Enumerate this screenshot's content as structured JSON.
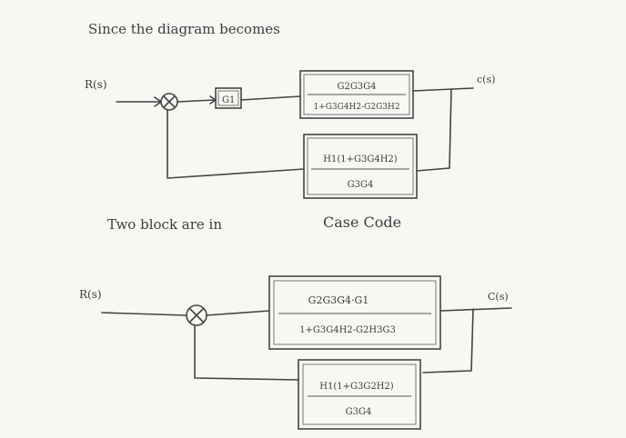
{
  "heading": "Since the diagram becomes",
  "middle_note": {
    "part1": "Two block are in",
    "part2": "Case Code"
  },
  "diagram1": {
    "input_label": "R(s)",
    "output_label": "c(s)",
    "g1_label": "G1",
    "forward_block": {
      "numerator": "G2G3G4",
      "denominator": "1+G3G4H2-G2G3H2"
    },
    "feedback_block": {
      "numerator": "H1(1+G3G4H2)",
      "denominator": "G3G4"
    }
  },
  "diagram2": {
    "input_label": "R(s)",
    "output_label": "C(s)",
    "forward_block": {
      "numerator": "G2G3G4·G1",
      "denominator": "1+G3G4H2-G2H3G3"
    },
    "feedback_block": {
      "numerator": "H1(1+G3G2H2)",
      "denominator": "G3G4"
    }
  }
}
